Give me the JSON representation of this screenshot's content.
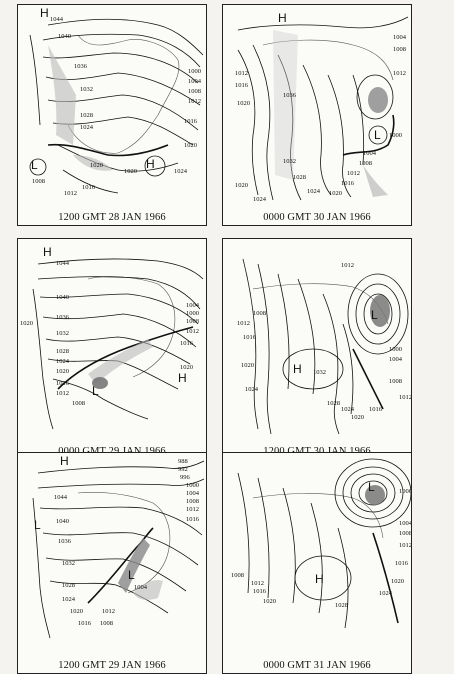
{
  "panels": [
    {
      "caption": "1200 GMT 28 JAN 1966",
      "pressure_labels": [
        "1044",
        "1040",
        "1036",
        "1032",
        "1028",
        "1024",
        "1020",
        "1016",
        "1012",
        "1008",
        "1000",
        "1004",
        "1008",
        "1012",
        "1016",
        "1020",
        "1024",
        "1020"
      ],
      "centers": [
        "H",
        "L",
        "H"
      ]
    },
    {
      "caption": "0000 GMT 30 JAN 1966",
      "pressure_labels": [
        "1004",
        "1008",
        "1012",
        "1012",
        "1016",
        "1020",
        "1036",
        "1032",
        "1028",
        "1024",
        "1020",
        "1016",
        "1012",
        "1008",
        "1004",
        "1000",
        "1020",
        "1024"
      ],
      "centers": [
        "H",
        "L"
      ]
    },
    {
      "caption": "0000 GMT 29 JAN 1966",
      "pressure_labels": [
        "1044",
        "1040",
        "1036",
        "1032",
        "1028",
        "1024",
        "1020",
        "1016",
        "1012",
        "1008",
        "1004",
        "1000",
        "1008",
        "1012",
        "1016",
        "1020",
        "1020"
      ],
      "centers": [
        "H",
        "L",
        "H"
      ]
    },
    {
      "caption": "1200 GMT 30 JAN 1966",
      "pressure_labels": [
        "1012",
        "1008",
        "1012",
        "1016",
        "1020",
        "1024",
        "1032",
        "1028",
        "1024",
        "1020",
        "1016",
        "1012",
        "1008",
        "1004",
        "1000"
      ],
      "centers": [
        "H",
        "L"
      ]
    },
    {
      "caption": "1200 GMT 29 JAN 1966",
      "pressure_labels": [
        "988",
        "992",
        "996",
        "1000",
        "1004",
        "1008",
        "1012",
        "1016",
        "1044",
        "1040",
        "1036",
        "1032",
        "1028",
        "1024",
        "1020",
        "1016",
        "1012",
        "1008",
        "1004"
      ],
      "centers": [
        "H",
        "L",
        "L"
      ]
    },
    {
      "caption": "0000 GMT 31 JAN 1966",
      "pressure_labels": [
        "1000",
        "1004",
        "1008",
        "1012",
        "1016",
        "1020",
        "1024",
        "1028",
        "1008",
        "1012",
        "1016",
        "1020"
      ],
      "centers": [
        "H",
        "L"
      ]
    }
  ]
}
